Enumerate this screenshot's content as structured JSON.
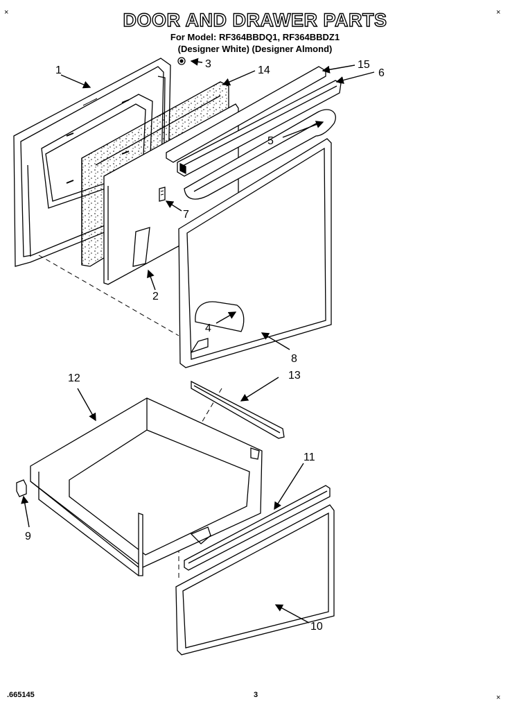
{
  "header": {
    "title": "DOOR AND DRAWER PARTS",
    "models_line": "For Model: RF364BBDQ1, RF364BBDZ1",
    "variants_line": "(Designer White) (Designer Almond)"
  },
  "corner_marks": [
    "×",
    "×",
    "×"
  ],
  "footer": {
    "doc_number": ".665145",
    "page_number": "3"
  },
  "callouts": {
    "c1": "1",
    "c2": "2",
    "c3": "3",
    "c4": "4",
    "c5": "5",
    "c6": "6",
    "c7": "7",
    "c8": "8",
    "c9": "9",
    "c10": "10",
    "c11": "11",
    "c12": "12",
    "c13": "13",
    "c14": "14",
    "c15": "15"
  }
}
